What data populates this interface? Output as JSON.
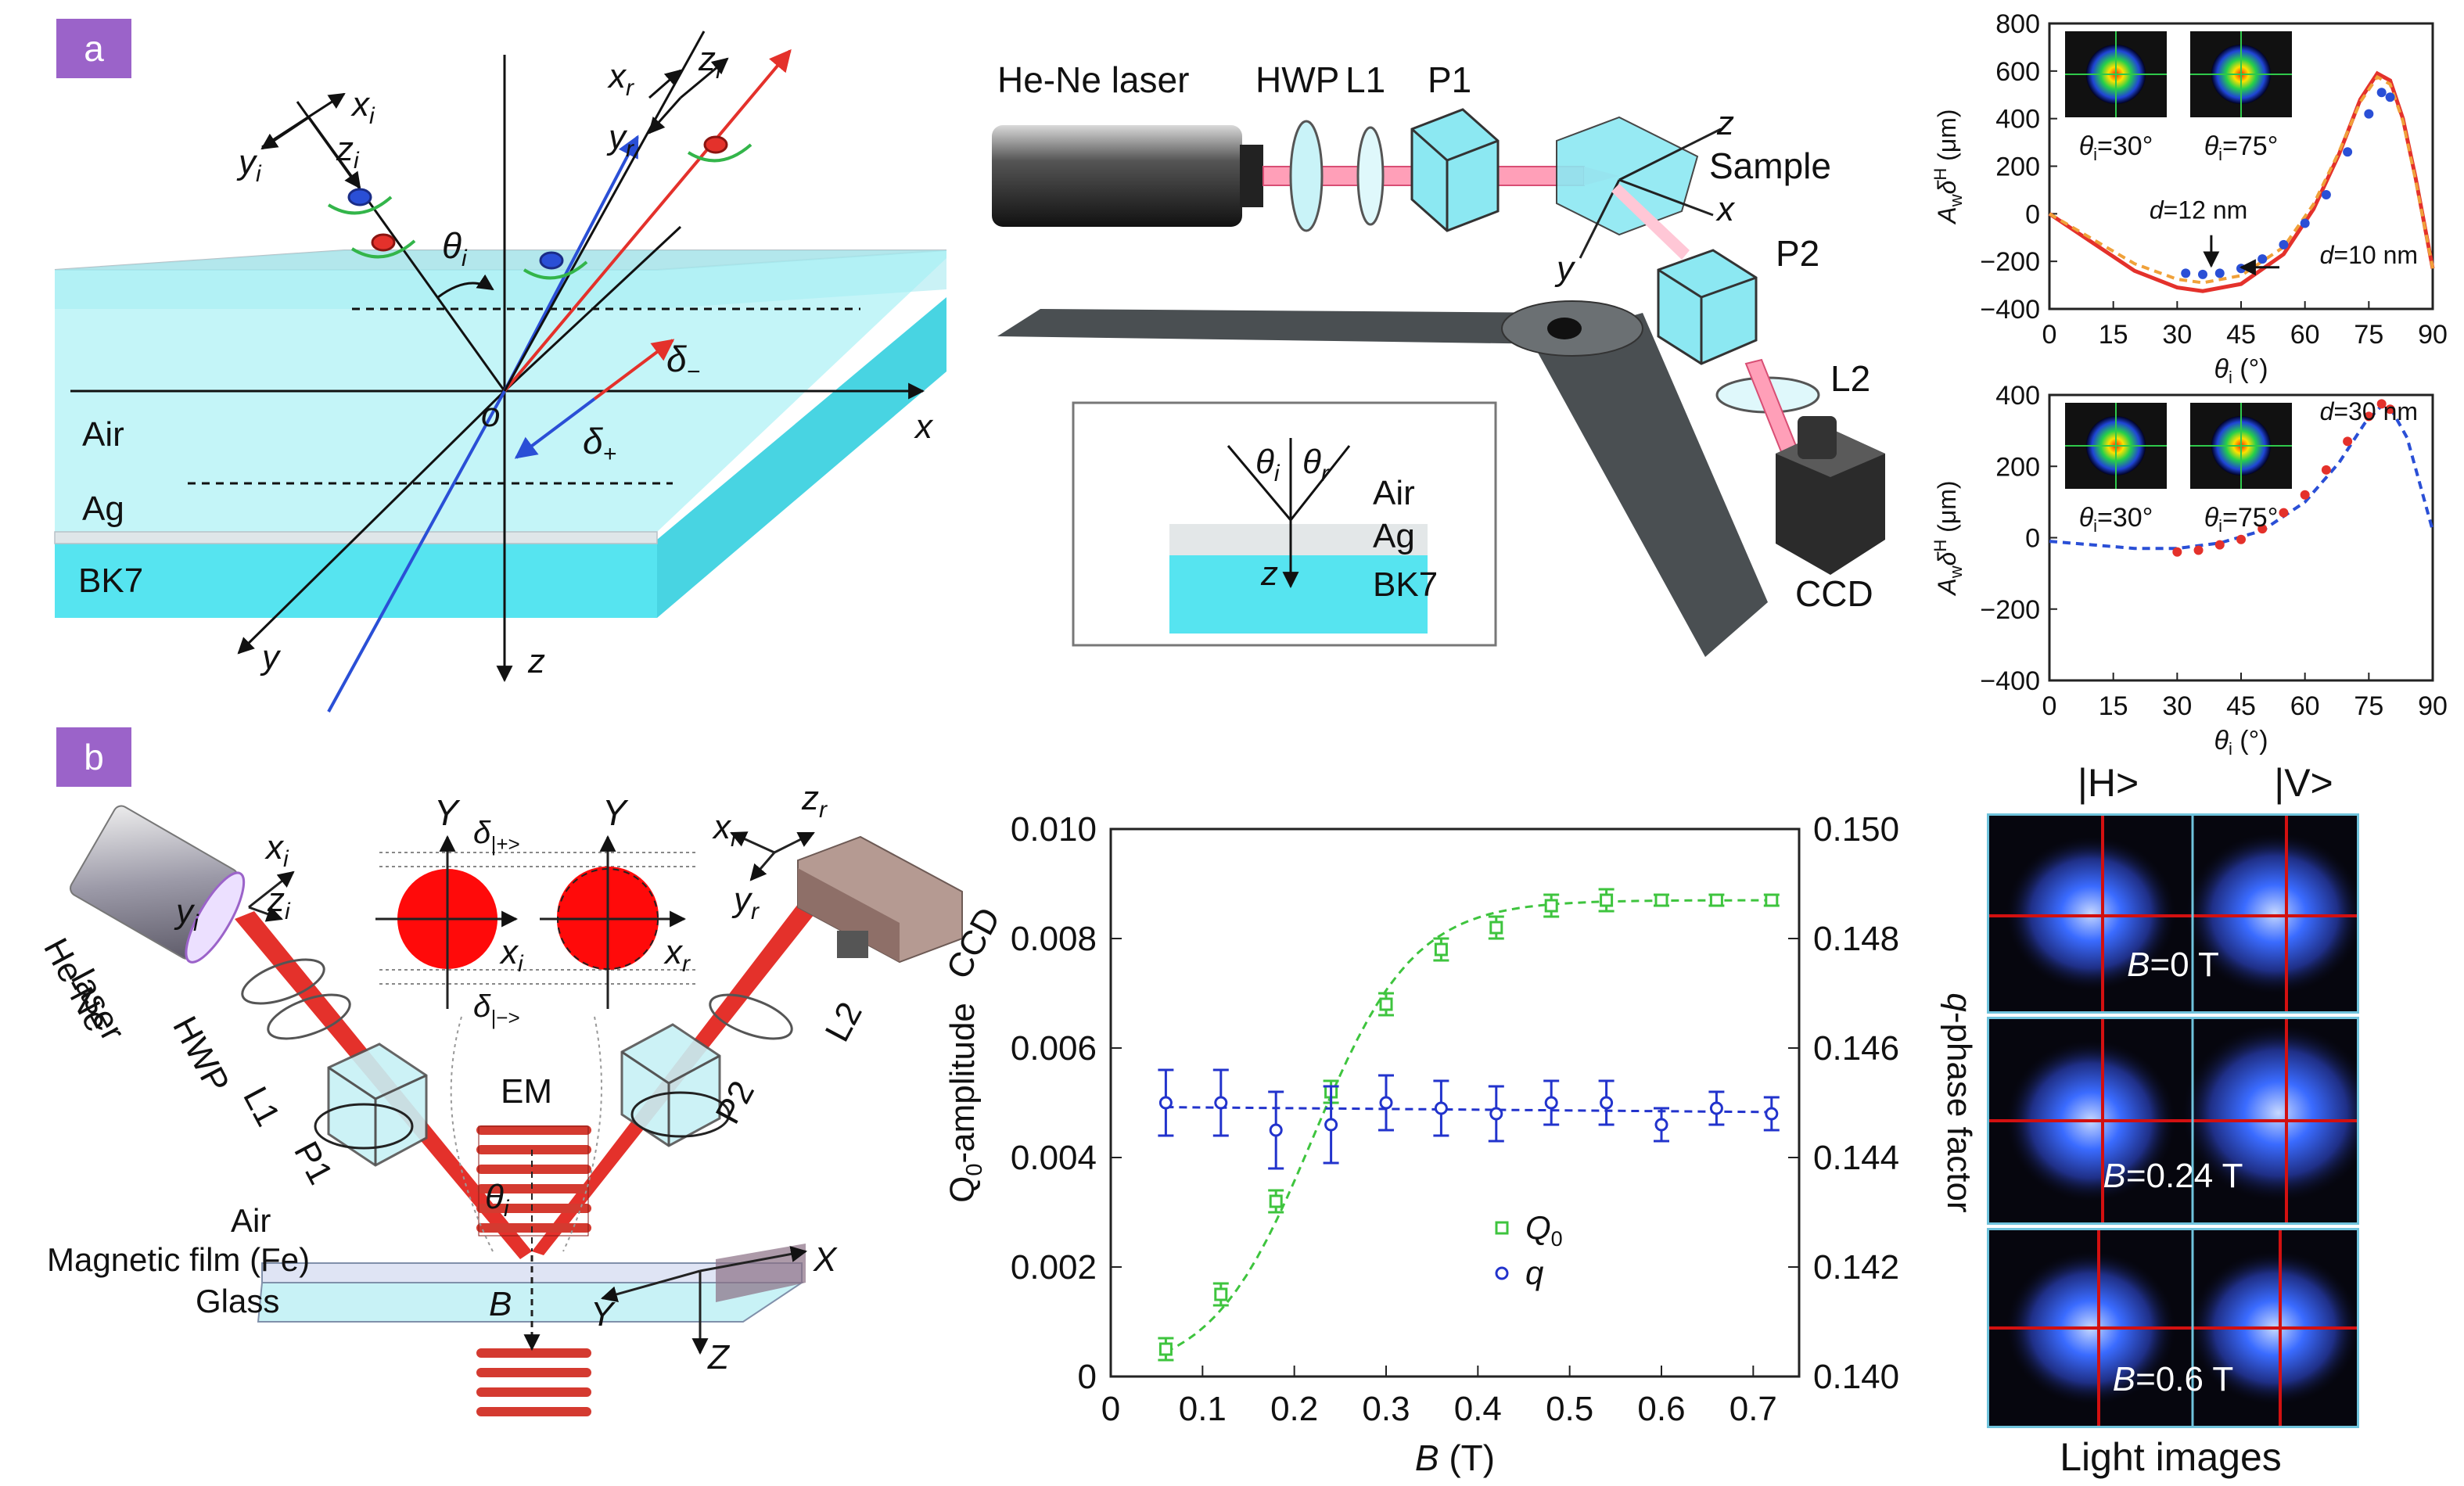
{
  "panels": {
    "a": "a",
    "b": "b"
  },
  "a_geometry": {
    "labels": {
      "xi": "x",
      "xi_sub": "i",
      "yi": "y",
      "yi_sub": "i",
      "zi": "z",
      "zi_sub": "i",
      "xr": "x",
      "xr_sub": "r",
      "yr": "y",
      "yr_sub": "r",
      "zr": "z",
      "zr_sub": "r",
      "theta": "θ",
      "theta_sub": "i",
      "origin": "o",
      "x_axis": "x",
      "y_axis": "y",
      "z_axis": "z",
      "delta_minus": "δ",
      "delta_minus_sub": "−",
      "delta_plus": "δ",
      "delta_plus_sub": "+",
      "air": "Air",
      "ag": "Ag",
      "bk7": "BK7"
    }
  },
  "a_setup": {
    "labels": {
      "laser": "He-Ne laser",
      "hwp": "HWP",
      "l1": "L1",
      "p1": "P1",
      "sample": "Sample",
      "z": "z",
      "x": "x",
      "y": "y",
      "p2": "P2",
      "l2": "L2",
      "ccd": "CCD"
    },
    "inset": {
      "theta_i": "θ",
      "theta_i_sub": "i",
      "theta_r": "θ",
      "theta_r_sub": "r",
      "air": "Air",
      "ag": "Ag",
      "z": "z",
      "bk7": "BK7"
    }
  },
  "chart_data": [
    {
      "type": "line",
      "ylabel_parts": [
        "A",
        "w",
        "δ",
        "H",
        " (μm)"
      ],
      "xlabel_parts": [
        "θ",
        "i",
        " (°)"
      ],
      "xlim": [
        0,
        90
      ],
      "ylim": [
        -400,
        800
      ],
      "xticks": [
        "0",
        "15",
        "30",
        "45",
        "60",
        "75",
        "90"
      ],
      "yticks": [
        "800",
        "600",
        "400",
        "200",
        "0",
        "−200",
        "−400"
      ],
      "insets": [
        {
          "label": "θ",
          "sub": "i",
          "value": "=30°"
        },
        {
          "label": "θ",
          "sub": "i",
          "value": "=75°"
        }
      ],
      "annotations": [
        {
          "text": "d",
          "value": "=12 nm"
        },
        {
          "text": "d",
          "value": "=10 nm"
        }
      ],
      "series": [
        {
          "line": "solid",
          "color": "#e4312b",
          "x": [
            0,
            10,
            20,
            30,
            36,
            45,
            55,
            62,
            68,
            73,
            77,
            80,
            83,
            86,
            90
          ],
          "y": [
            0,
            -120,
            -240,
            -310,
            -325,
            -295,
            -170,
            20,
            250,
            480,
            590,
            560,
            400,
            150,
            -230
          ]
        },
        {
          "line": "dashed",
          "color": "#f0a13a",
          "x": [
            0,
            10,
            20,
            30,
            36,
            45,
            55,
            62,
            68,
            73,
            77,
            80,
            83,
            86,
            90
          ],
          "y": [
            0,
            -105,
            -210,
            -275,
            -290,
            -260,
            -140,
            40,
            260,
            470,
            575,
            545,
            390,
            140,
            -230
          ]
        },
        {
          "marker": "dot",
          "color": "#2a4fd6",
          "x": [
            32,
            36,
            40,
            45,
            50,
            55,
            60,
            65,
            70,
            75,
            78,
            80
          ],
          "y": [
            -250,
            -255,
            -250,
            -230,
            -190,
            -130,
            -40,
            80,
            260,
            420,
            510,
            490
          ]
        }
      ]
    },
    {
      "type": "line",
      "ylabel_parts": [
        "A",
        "w",
        "δ",
        "H",
        " (μm)"
      ],
      "xlabel_parts": [
        "θ",
        "i",
        " (°)"
      ],
      "xlim": [
        0,
        90
      ],
      "ylim": [
        -400,
        400
      ],
      "xticks": [
        "0",
        "15",
        "30",
        "45",
        "60",
        "75",
        "90"
      ],
      "yticks": [
        "400",
        "200",
        "0",
        "−200",
        "−400"
      ],
      "insets": [
        {
          "label": "θ",
          "sub": "i",
          "value": "=30°"
        },
        {
          "label": "θ",
          "sub": "i",
          "value": "=75°"
        }
      ],
      "annotations": [
        {
          "text": "d",
          "value": "=30 nm"
        }
      ],
      "series": [
        {
          "line": "dashed",
          "color": "#2a4fd6",
          "x": [
            0,
            10,
            20,
            30,
            40,
            50,
            60,
            68,
            74,
            78,
            80,
            84,
            87,
            90
          ],
          "y": [
            -10,
            -20,
            -30,
            -30,
            -15,
            20,
            100,
            210,
            320,
            370,
            365,
            280,
            150,
            20
          ]
        },
        {
          "marker": "dot",
          "color": "#e4312b",
          "x": [
            30,
            35,
            40,
            45,
            50,
            55,
            60,
            65,
            70,
            75,
            78,
            80
          ],
          "y": [
            -40,
            -35,
            -20,
            -5,
            25,
            70,
            120,
            190,
            270,
            340,
            375,
            360
          ]
        }
      ]
    },
    {
      "type": "line",
      "ylabel": "Q",
      "ylabel_sub": "0",
      "ylabel_rest": "-amplitude",
      "y2label_parts": [
        "q",
        "-phase factor"
      ],
      "xlabel_parts": [
        "B",
        " (T)"
      ],
      "xlim": [
        0,
        0.75
      ],
      "ylim": [
        0,
        0.01
      ],
      "y2lim": [
        0.14,
        0.15
      ],
      "xticks": [
        "0",
        "0.1",
        "0.2",
        "0.3",
        "0.4",
        "0.5",
        "0.6",
        "0.7"
      ],
      "yticks": [
        "0.010",
        "0.008",
        "0.006",
        "0.004",
        "0.002",
        "0"
      ],
      "y2ticks": [
        "0.150",
        "0.148",
        "0.146",
        "0.144",
        "0.142",
        "0.140"
      ],
      "legend": [
        {
          "name": "Q",
          "sub": "0",
          "marker": "square",
          "color": "#3ec43e"
        },
        {
          "name": "q",
          "sub": "",
          "marker": "circle",
          "color": "#2233cc"
        }
      ],
      "series": [
        {
          "name": "Q0",
          "axis": "left",
          "marker": "square",
          "color": "#3ec43e",
          "x": [
            0.06,
            0.12,
            0.18,
            0.24,
            0.3,
            0.36,
            0.42,
            0.48,
            0.54,
            0.6,
            0.66,
            0.72
          ],
          "y": [
            0.0005,
            0.0015,
            0.0032,
            0.0052,
            0.0068,
            0.0078,
            0.0082,
            0.0086,
            0.0087,
            0.0087,
            0.0087,
            0.0087
          ],
          "err": [
            0.0002,
            0.0002,
            0.0002,
            0.0002,
            0.0002,
            0.0002,
            0.0002,
            0.0002,
            0.0002,
            0.0001,
            0.0001,
            0.0001
          ]
        },
        {
          "name": "q",
          "axis": "right",
          "marker": "circle",
          "color": "#2233cc",
          "x": [
            0.06,
            0.12,
            0.18,
            0.24,
            0.3,
            0.36,
            0.42,
            0.48,
            0.54,
            0.6,
            0.66,
            0.72
          ],
          "y": [
            0.145,
            0.145,
            0.1445,
            0.1446,
            0.145,
            0.1449,
            0.1448,
            0.145,
            0.145,
            0.1446,
            0.1449,
            0.1448
          ],
          "err": [
            0.0006,
            0.0006,
            0.0007,
            0.0007,
            0.0005,
            0.0005,
            0.0005,
            0.0004,
            0.0004,
            0.0003,
            0.0003,
            0.0003
          ]
        }
      ]
    }
  ],
  "b_setup": {
    "labels": {
      "xi": "x",
      "xi_sub": "i",
      "yi": "y",
      "yi_sub": "i",
      "zi": "z",
      "zi_sub": "i",
      "xr": "x",
      "xr_sub": "r",
      "yr": "y",
      "yr_sub": "r",
      "zr": "z",
      "zr_sub": "r",
      "laser1": "He-Ne",
      "laser2": "laser",
      "hwp": "HWP",
      "l1": "L1",
      "p1": "P1",
      "em": "EM",
      "p2": "P2",
      "l2": "L2",
      "ccd": "CCD",
      "theta": "θ",
      "theta_sub": "i",
      "air": "Air",
      "film": "Magnetic film (Fe)",
      "glass": "Glass",
      "B": "B",
      "X": "X",
      "Y": "Y",
      "Z": "Z",
      "Y_left": "Y",
      "Y_right": "Y",
      "x_i": "x",
      "x_i_sub": "i",
      "x_r": "x",
      "x_r_sub": "r",
      "delta_plus": "δ",
      "delta_plus_sub": "|+>",
      "delta_minus": "δ",
      "delta_minus_sub": "|−>"
    }
  },
  "light_images": {
    "col_h": "|H>",
    "col_v": "|V>",
    "rows": [
      "B=0 T",
      "B=0.24 T",
      "B=0.6 T"
    ],
    "row_labels_B": [
      "B",
      "B",
      "B"
    ],
    "row_labels_val": [
      "=0 T",
      "=0.24 T",
      "=0.6 T"
    ],
    "caption": "Light images"
  },
  "colors": {
    "tag": "#9b63c9",
    "cyan": "#56e4f0",
    "red": "#e4312b",
    "blue": "#2a4fd6",
    "green": "#3ec43e"
  }
}
